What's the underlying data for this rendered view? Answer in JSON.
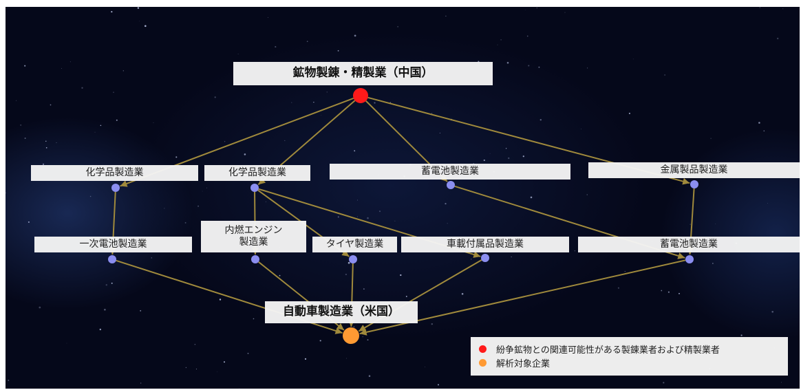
{
  "colors": {
    "source": "#ff1a1a",
    "target": "#ff9a33",
    "intermediate": "#8b8ef0",
    "edge": "#a08a3c"
  },
  "nodes": [
    {
      "id": "refining",
      "label": "鉱物製錬・精製業（中国）",
      "type": "source"
    },
    {
      "id": "chem1",
      "label": "化学品製造業",
      "type": "intermediate"
    },
    {
      "id": "chem2",
      "label": "化学品製造業",
      "type": "intermediate"
    },
    {
      "id": "battery1",
      "label": "蓄電池製造業",
      "type": "intermediate"
    },
    {
      "id": "metal",
      "label": "金属製品製造業",
      "type": "intermediate"
    },
    {
      "id": "primary",
      "label": "一次電池製造業",
      "type": "intermediate"
    },
    {
      "id": "engine",
      "label": "内燃エンジン\n製造業",
      "type": "intermediate"
    },
    {
      "id": "tire",
      "label": "タイヤ製造業",
      "type": "intermediate"
    },
    {
      "id": "parts",
      "label": "車載付属品製造業",
      "type": "intermediate"
    },
    {
      "id": "battery2",
      "label": "蓄電池製造業",
      "type": "intermediate"
    },
    {
      "id": "auto",
      "label": "自動車製造業（米国）",
      "type": "target"
    }
  ],
  "edges": [
    {
      "from": "refining",
      "to": "chem1"
    },
    {
      "from": "refining",
      "to": "chem2"
    },
    {
      "from": "refining",
      "to": "battery1"
    },
    {
      "from": "refining",
      "to": "metal"
    },
    {
      "from": "chem1",
      "to": "primary"
    },
    {
      "from": "chem2",
      "to": "engine"
    },
    {
      "from": "chem2",
      "to": "tire"
    },
    {
      "from": "chem2",
      "to": "parts"
    },
    {
      "from": "battery1",
      "to": "battery2"
    },
    {
      "from": "metal",
      "to": "battery2"
    },
    {
      "from": "primary",
      "to": "auto"
    },
    {
      "from": "engine",
      "to": "auto"
    },
    {
      "from": "tire",
      "to": "auto"
    },
    {
      "from": "parts",
      "to": "auto"
    },
    {
      "from": "battery2",
      "to": "auto"
    }
  ],
  "legend": {
    "items": [
      {
        "label": "紛争鉱物との関連可能性がある製錬業者および精製業者",
        "color": "#ff1a1a"
      },
      {
        "label": "解析対象企業",
        "color": "#ff9a33"
      }
    ]
  }
}
